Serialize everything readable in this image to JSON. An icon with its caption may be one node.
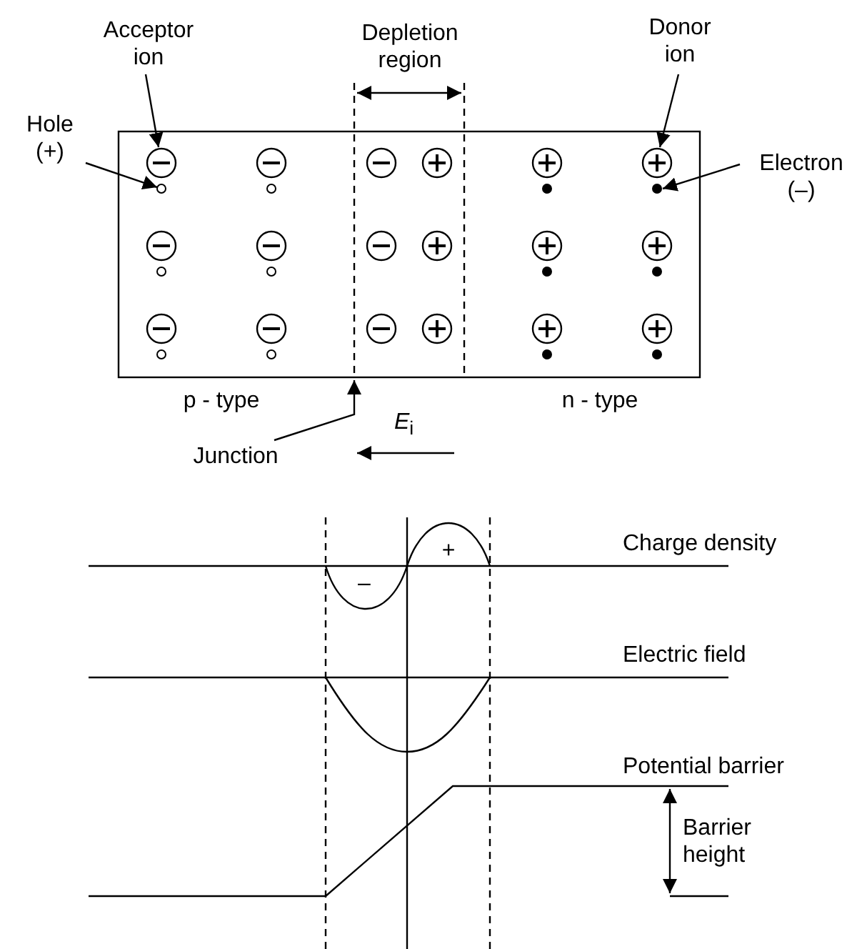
{
  "diagram": {
    "nodes": [
      {
        "text": [
          "Acceptor ion"
        ]
      },
      {
        "text": [
          "Hole (+)"
        ]
      },
      {
        "text": [
          "Donor ion"
        ]
      },
      {
        "text": [
          "Electron (–)"
        ]
      },
      {
        "text": [
          "Junction"
        ]
      },
      {
        "text": [],
        "shape": "circle"
      },
      {
        "text": [],
        "shape": "circle"
      },
      {
        "text": [],
        "shape": "circle"
      },
      {
        "text": [],
        "shape": "circle"
      }
    ],
    "edges": [
      {
        "from": 0,
        "to": 5,
        "arrow": "to"
      },
      {
        "from": 1,
        "to": 6,
        "arrow": "to"
      },
      {
        "from": 2,
        "to": 7,
        "arrow": "to"
      },
      {
        "from": 3,
        "to": 8,
        "arrow": "to"
      },
      {
        "from": 4,
        "to": null,
        "arrow": "to"
      }
    ],
    "labels": [
      "Depletion region",
      "p - type",
      "n - type",
      "*E*$_{i}$",
      "+",
      "Charge density",
      "–",
      "Electric field",
      "Potential barrier",
      "Barrier height"
    ]
  }
}
